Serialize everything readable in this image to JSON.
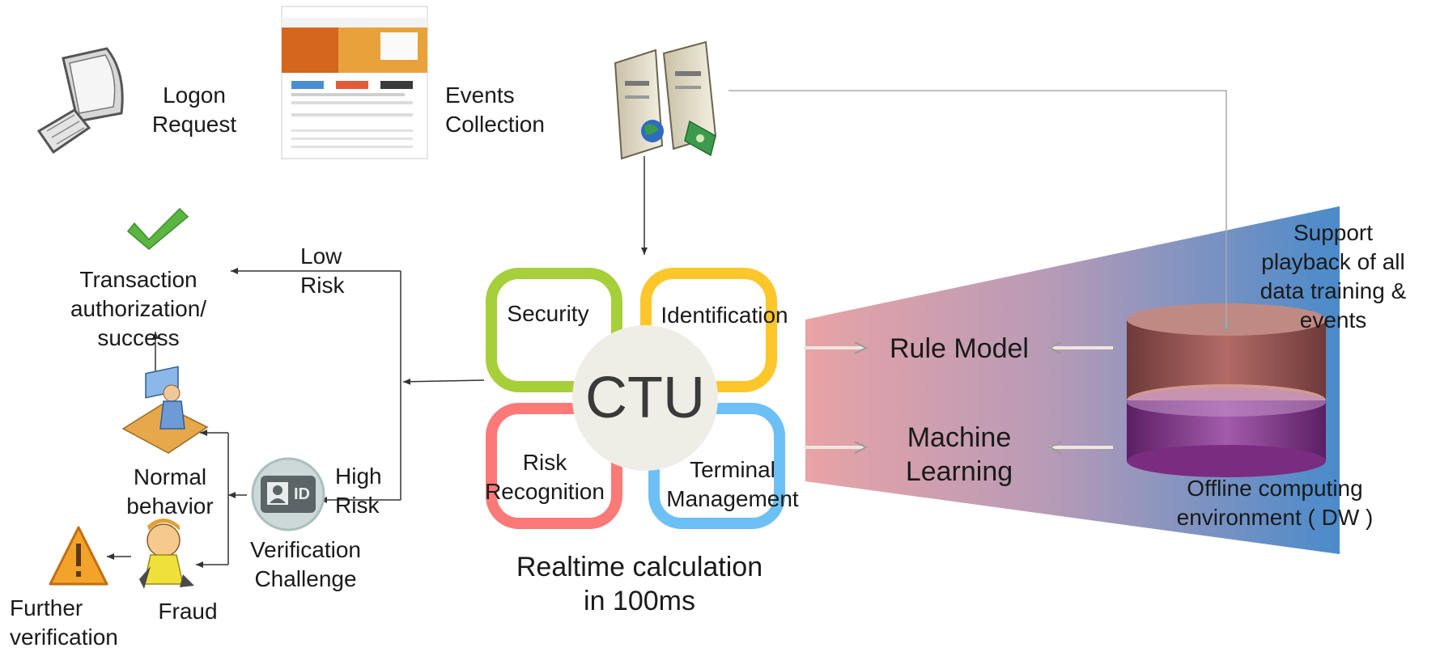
{
  "diagram": {
    "logon_request": "Logon\nRequest",
    "events_collection": "Events\nCollection",
    "transaction_success": "Transaction\nauthorization/\nsuccess",
    "low_risk": "Low\nRisk",
    "high_risk": "High\nRisk",
    "normal_behavior": "Normal\nbehavior",
    "verification_challenge": "Verification\nChallenge",
    "fraud": "Fraud",
    "further_verification": "Further\nverification",
    "ctu": "CTU",
    "security": "Security",
    "identification": "Identification",
    "risk_recognition": "Risk\nRecognition",
    "terminal_management": "Terminal\nManagement",
    "realtime_calculation": "Realtime calculation\nin 100ms",
    "rule_model": "Rule Model",
    "machine_learning": "Machine\nLearning",
    "support_playback": "Support\nplayback of all\ndata training &\nevents",
    "offline_environment": "Offline computing\nenvironment ( DW )",
    "id_badge": "ID"
  },
  "colors": {
    "security": "#a6cf3a",
    "identification": "#fdc72c",
    "risk_recognition": "#fb7a78",
    "terminal_management": "#6cc0f5",
    "trapezoid_left": "#e6a6a6",
    "trapezoid_right": "#4f8cc9",
    "db_top": "#a05a5a",
    "db_bottom": "#8a3a8c"
  }
}
